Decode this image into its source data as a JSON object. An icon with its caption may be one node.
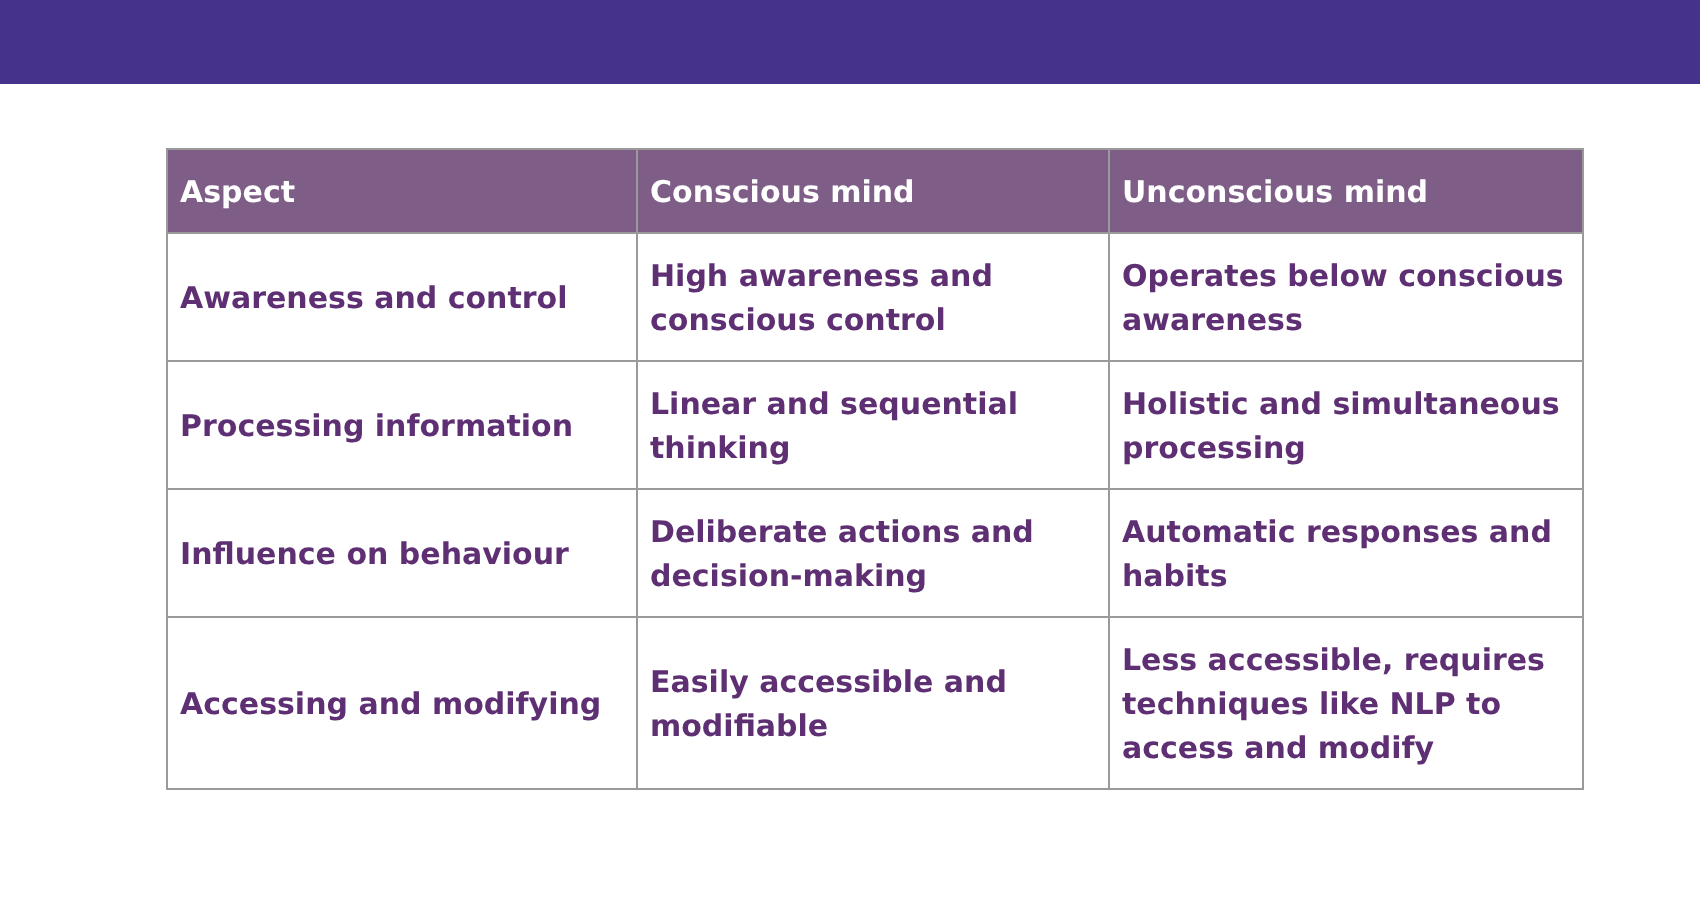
{
  "diagram": {
    "labels": [
      "Aspect",
      "Conscious mind",
      "Unconscious mind",
      "Awareness and control",
      "High awareness and conscious control",
      "Operates below conscious awareness",
      "Processing information",
      "Linear and sequential thinking",
      "Holistic and simultaneous processing",
      "Influence on behaviour",
      "Deliberate actions and decision-making",
      "Automatic responses and habits",
      "Accessing and modifying",
      "Easily accessible and modifiable",
      "Less accessible, requires techniques like NLP to access and modify"
    ]
  }
}
